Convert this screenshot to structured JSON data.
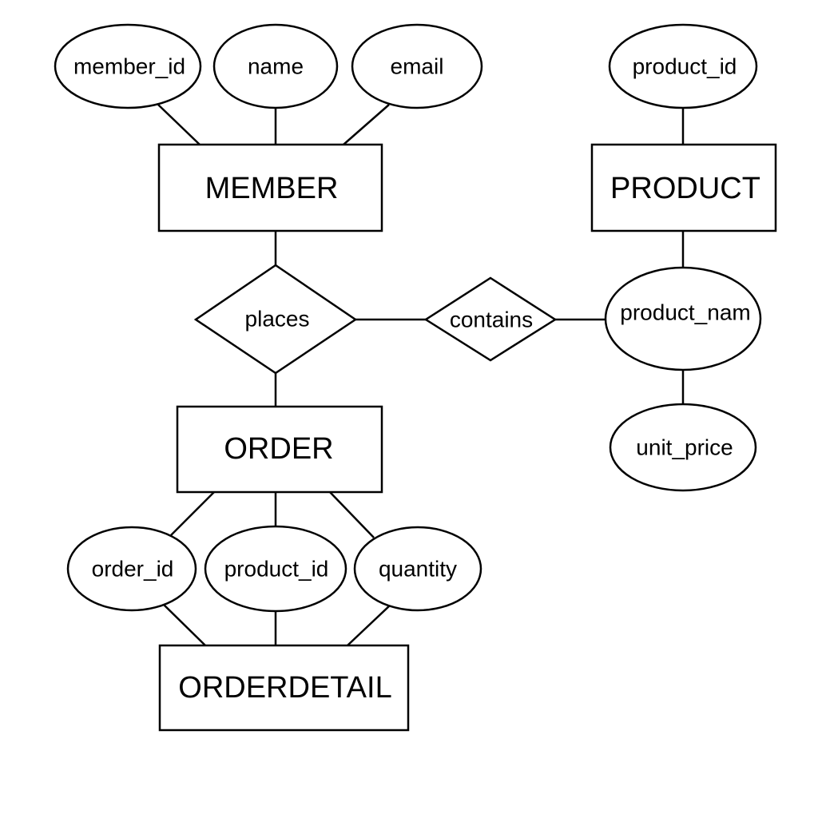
{
  "entities": {
    "member": "MEMBER",
    "product": "PRODUCT",
    "order": "ORDER",
    "orderdetail": "ORDERDETAIL"
  },
  "attributes": {
    "member_id": "member_id",
    "member_name": "name",
    "member_email": "email",
    "product_id": "product_id",
    "product_name": "product_nam",
    "product_unit_price": "unit_price",
    "order_id": "order_id",
    "order_product_id": "product_id",
    "order_quantity": "quantity"
  },
  "relationships": {
    "places": "places",
    "contains": "contains"
  }
}
